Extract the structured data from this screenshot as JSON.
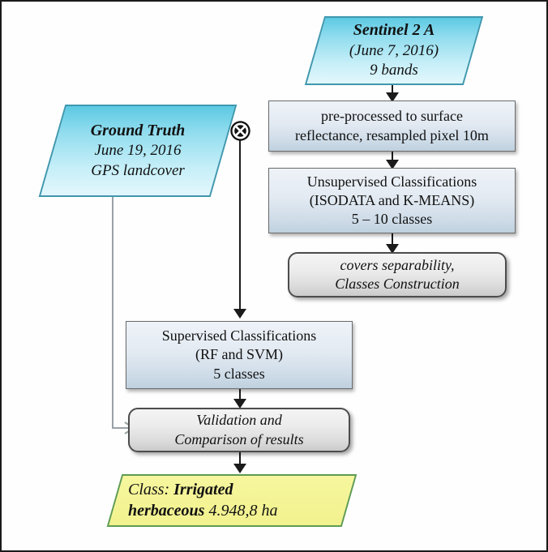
{
  "figure": {
    "title": "Remote sensing classification workflow diagram",
    "border_color": "#1a1a1a",
    "background": "#ffffff"
  },
  "palette": {
    "cyan_fill_top": "#5cc9e2",
    "cyan_fill_bottom": "#e2f7fc",
    "cyan_border": "#3f97ae",
    "bluegrey_fill_top": "#eef3f8",
    "bluegrey_fill_bottom": "#bfd0de",
    "bluegrey_border": "#6b6b6b",
    "grey_fill_top": "#f4f4f4",
    "grey_fill_bottom": "#cbcbcb",
    "grey_border": "#4c4c4c",
    "yellow_fill": "#f5f59b",
    "yellow_border": "#5e9b50",
    "connector_black": "#1b1b1b",
    "connector_grey": "#9aa2a6"
  },
  "nodes": {
    "sentinel": {
      "shape": "parallelogram",
      "lines": [
        "Sentinel 2 A",
        "(June 7, 2016)",
        "9 bands"
      ]
    },
    "preprocess": {
      "shape": "rectangle",
      "lines": [
        "pre-processed to surface",
        "reflectance, resampled pixel  10m"
      ]
    },
    "unsupervised": {
      "shape": "rectangle",
      "lines": [
        "Unsupervised Classifications",
        "(ISODATA and K-MEANS)",
        "5 – 10 classes"
      ]
    },
    "separability": {
      "shape": "rounded-rectangle",
      "lines": [
        "covers separability,",
        "Classes Construction"
      ]
    },
    "ground_truth": {
      "shape": "parallelogram",
      "lines": [
        "Ground Truth",
        "June 19, 2016",
        "GPS landcover"
      ]
    },
    "merge": {
      "shape": "circled-cross",
      "symbol": "⊗",
      "label": "merge-operator"
    },
    "supervised": {
      "shape": "rectangle",
      "lines": [
        "Supervised Classifications",
        "(RF and SVM)",
        "5 classes"
      ]
    },
    "validation": {
      "shape": "rounded-rectangle",
      "lines": [
        "Validation and",
        "Comparison of results"
      ]
    },
    "result": {
      "shape": "parallelogram",
      "line1_prefix": "Class: ",
      "line1_strong": "Irrigated",
      "line2_strong": "herbaceous",
      "line2_suffix": " 4.948,8 ha"
    }
  },
  "connectors": [
    {
      "name": "sentinel-to-preprocess",
      "from": "sentinel",
      "to": "preprocess",
      "style": "solid-black-arrow"
    },
    {
      "name": "preprocess-to-unsupervised",
      "from": "preprocess",
      "to": "unsupervised",
      "style": "solid-black-arrow"
    },
    {
      "name": "unsupervised-to-separability",
      "from": "unsupervised",
      "to": "separability",
      "style": "solid-black-arrow"
    },
    {
      "name": "merge-to-supervised",
      "from": "merge",
      "to": "supervised",
      "style": "solid-black-arrow"
    },
    {
      "name": "supervised-to-validation",
      "from": "supervised",
      "to": "validation",
      "style": "solid-black-arrow"
    },
    {
      "name": "validation-to-result",
      "from": "validation",
      "to": "result",
      "style": "solid-black-arrow"
    },
    {
      "name": "groundtruth-to-merge",
      "from": "ground_truth",
      "to": "merge",
      "style": "solid-black-line"
    },
    {
      "name": "groundtruth-to-validation",
      "from": "ground_truth",
      "to": "validation",
      "style": "grey-open-arrow"
    }
  ]
}
